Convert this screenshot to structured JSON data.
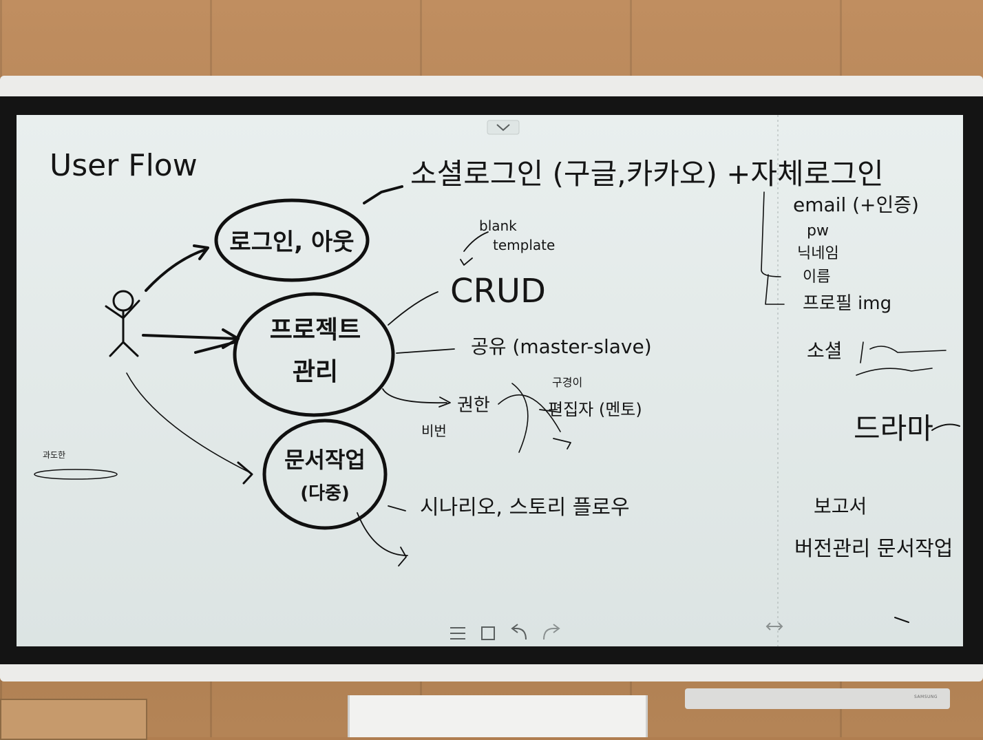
{
  "whiteboard": {
    "title": "User Flow",
    "header_note": "소셜로그인 (구글,카카오) +자체로그인",
    "nodes": {
      "login": "로그인, 아웃",
      "project_line1": "프로젝트",
      "project_line2": "관리",
      "docs_line1": "문서작업",
      "docs_line2": "(다중)"
    },
    "branches": {
      "blank": "blank",
      "template": "template",
      "crud": "CRUD",
      "share": "공유 (master-slave)",
      "permission": "권한",
      "editor": "편집자 (멘토)",
      "owner_hint": "구경이",
      "transfer": "비번",
      "scenario": "시나리오, 스토리 플로우"
    },
    "right_panel": {
      "email": "email (+인증)",
      "pw": "pw",
      "nickname": "닉네임",
      "name": "이름",
      "profile": "프로필 img",
      "social": "소셜",
      "drama": "드라마",
      "report": "보고서",
      "versioning": "버전관리 문서작업"
    },
    "scribble": "과도한"
  },
  "toolbar": {
    "collapse_icon": "chevron-down-icon",
    "menu_icon": "menu-icon",
    "square_icon": "square-icon",
    "undo_icon": "undo-icon",
    "redo_icon": "redo-icon",
    "resize_icon": "resize-horizontal-icon"
  },
  "device": {
    "brand": "SAMSUNG"
  },
  "colors": {
    "ink": "#151515",
    "board": "#e6ecec",
    "bezel": "#ececea",
    "wood": "#b07e50"
  }
}
